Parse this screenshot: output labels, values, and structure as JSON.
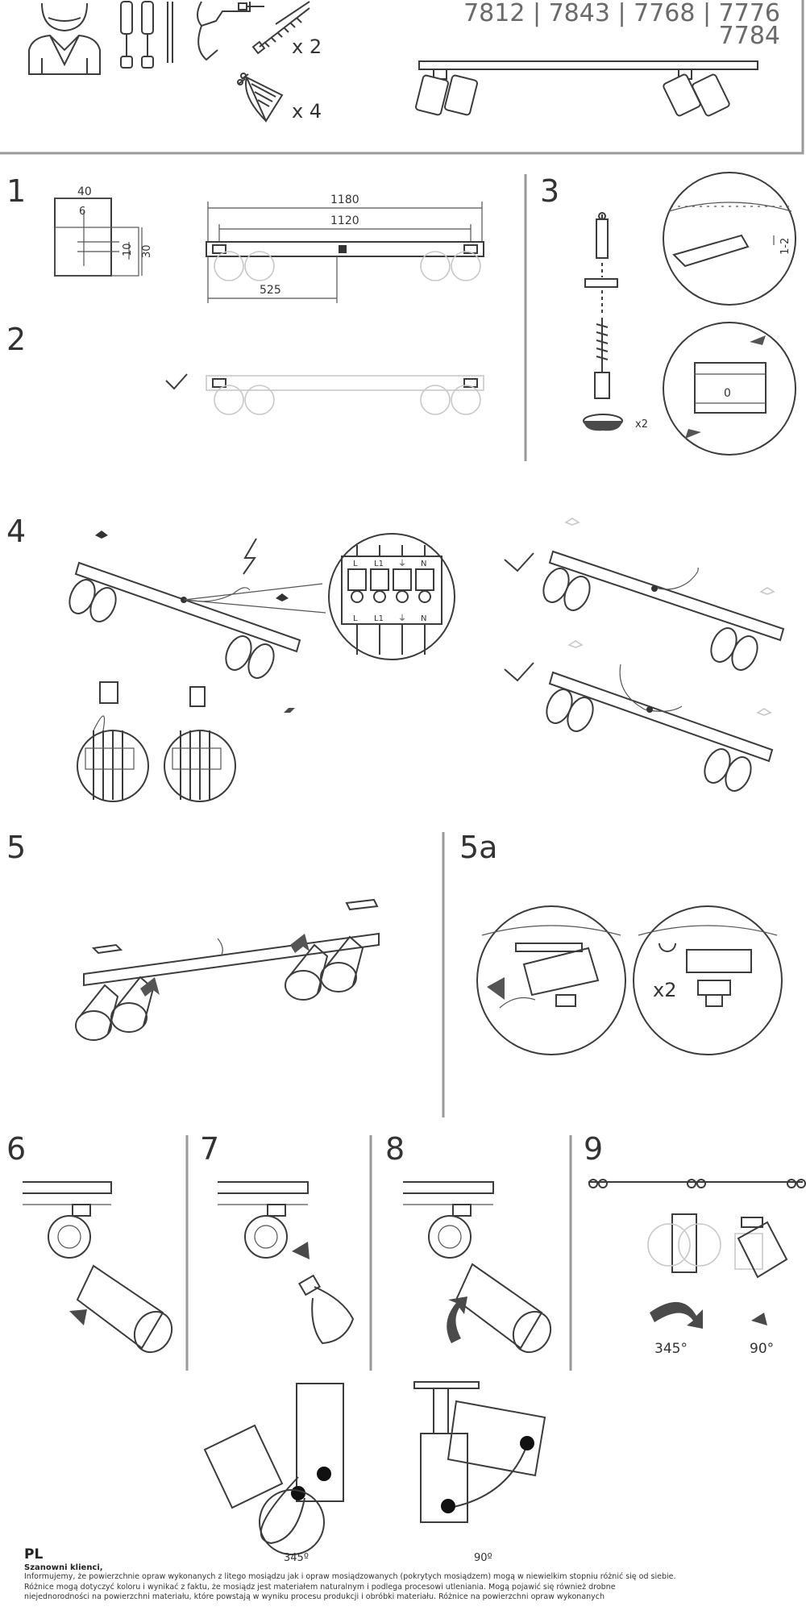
{
  "header": {
    "model_line_1": "7812 | 7843 | 7768 | 7776",
    "model_line_2": "7784",
    "screw_count": "x 2",
    "bulb_count": "x 4"
  },
  "steps": {
    "s1": "1",
    "s2": "2",
    "s3": "3",
    "s4": "4",
    "s5": "5",
    "s5a": "5a",
    "s6": "6",
    "s7": "7",
    "s8": "8",
    "s9": "9"
  },
  "dimensions": {
    "w40": "40",
    "h6": "6",
    "h10": "10",
    "h30": "30",
    "len1180": "1180",
    "len1120": "1120",
    "len525": "525"
  },
  "step3": {
    "gap": "1-2",
    "mult": "x2",
    "level_zero": "0"
  },
  "step4": {
    "terminal_top": [
      "L",
      "L1",
      "⏚",
      "N"
    ],
    "terminal_bottom": [
      "L",
      "L1",
      "⏚",
      "N"
    ]
  },
  "step5a": {
    "mult": "x2"
  },
  "step9": {
    "rot_a": "345°",
    "rot_b": "90°"
  },
  "bottom": {
    "rot_a": "345º",
    "rot_b": "90º"
  },
  "footer": {
    "lang": "PL",
    "greeting": "Szanowni klienci,",
    "para1": "Informujemy, że powierzchnie opraw wykonanych z litego mosiądzu jak i opraw mosiądzowanych (pokrytych mosiądzem) mogą w niewielkim stopniu różnić się od siebie.",
    "para2": "Różnice mogą dotyczyć koloru i wynikać z faktu, że mosiądz jest materiałem naturalnym i podlega procesowi utleniania. Mogą pojawić się również drobne",
    "para3": "niejednorodności na powierzchni materiału, które powstają w wyniku procesu produkcji i obróbki materiału. Różnice na powierzchni opraw wykonanych"
  }
}
